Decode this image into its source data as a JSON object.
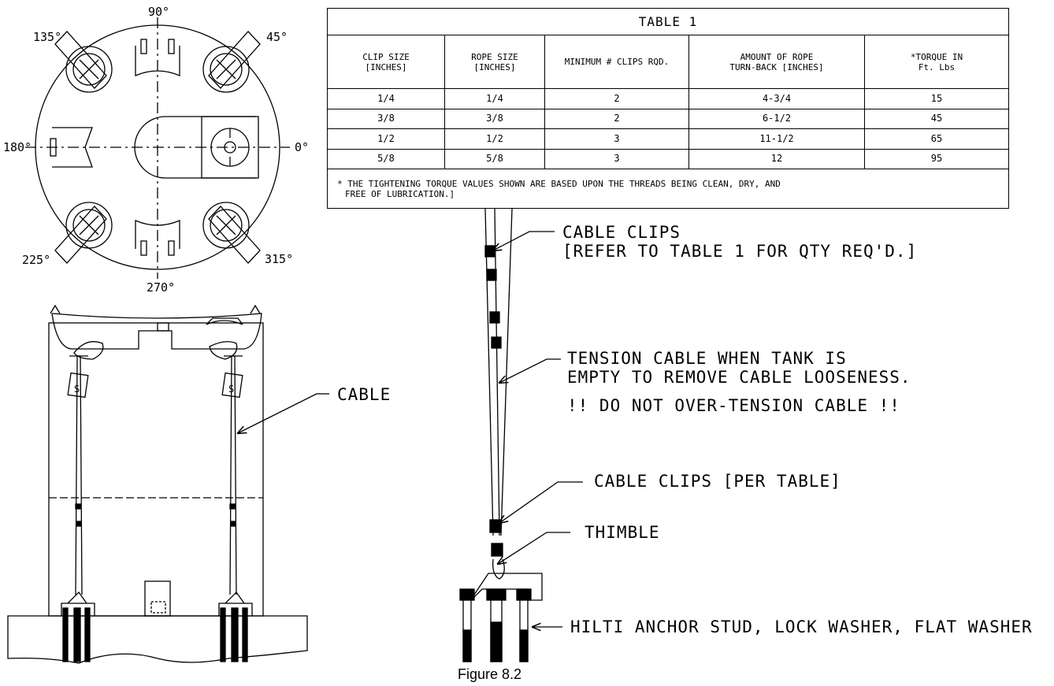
{
  "compass": {
    "angles": [
      "90°",
      "45°",
      "0°",
      "315°",
      "270°",
      "225°",
      "180°",
      "135°"
    ]
  },
  "table": {
    "title": "TABLE 1",
    "headers": [
      [
        "CLIP SIZE",
        "[INCHES]"
      ],
      [
        "ROPE SIZE",
        "[INCHES]"
      ],
      [
        "MINIMUM # CLIPS RQD."
      ],
      [
        "AMOUNT OF ROPE",
        "TURN-BACK [INCHES]"
      ],
      [
        "*TORQUE IN",
        "Ft. Lbs"
      ]
    ],
    "rows": [
      [
        "1/4",
        "1/4",
        "2",
        "4-3/4",
        "15"
      ],
      [
        "3/8",
        "3/8",
        "2",
        "6-1/2",
        "45"
      ],
      [
        "1/2",
        "1/2",
        "3",
        "11-1/2",
        "65"
      ],
      [
        "5/8",
        "5/8",
        "3",
        "12",
        "95"
      ]
    ],
    "note_line1": "* THE TIGHTENING TORQUE VALUES SHOWN ARE BASED UPON THE THREADS BEING CLEAN, DRY, AND",
    "note_line2": "FREE OF LUBRICATION.]"
  },
  "labels": {
    "cable": "CABLE",
    "cable_clips_line1": "CABLE CLIPS",
    "cable_clips_line2": "[REFER TO TABLE 1 FOR QTY REQ'D.]",
    "tension_line1": "TENSION CABLE WHEN TANK IS",
    "tension_line2": "EMPTY TO REMOVE CABLE LOOSENESS.",
    "warning": "!! DO NOT OVER-TENSION CABLE !!",
    "cable_clips_table": "CABLE CLIPS [PER TABLE]",
    "thimble": "THIMBLE",
    "anchor": "HILTI ANCHOR STUD, LOCK WASHER, FLAT WASHER"
  },
  "caption": "Figure 8.2"
}
